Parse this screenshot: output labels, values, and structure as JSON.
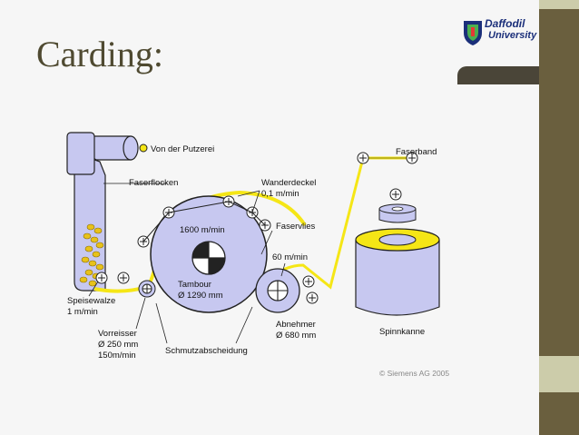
{
  "slide": {
    "title": "Carding:"
  },
  "logo": {
    "line1": "Daffodil",
    "line2": "University",
    "colors": {
      "blue": "#1b2f7a",
      "green": "#4caf50",
      "red": "#e53935"
    }
  },
  "diagram": {
    "labels": {
      "von_der_putzerei": "Von der Putzerei",
      "faserflocken": "Faserflocken",
      "wanderdeckel": "Wanderdeckel",
      "wanderdeckel_speed": "0,1 m/min",
      "tambour_speed": "1600 m/min",
      "faservlies": "Faservlies",
      "abnehmer_speed": "60 m/min",
      "tambour": "Tambour",
      "tambour_diameter": "Ø 1290 mm",
      "speisewalze": "Speisewalze",
      "speisewalze_speed": "1 m/min",
      "abnehmer": "Abnehmer",
      "abnehmer_diameter": "Ø 680 mm",
      "vorreisser": "Vorreisser",
      "vorreisser_diameter": "Ø 250 mm",
      "vorreisser_speed": "150m/min",
      "schmutzabscheidung": "Schmutzabscheidung",
      "faserband": "Faserband",
      "spinnkanne": "Spinnkanne",
      "copyright": "© Siemens AG 2005"
    },
    "colors": {
      "cylinder_fill": "#c7c8f0",
      "outline": "#222222",
      "fiber_yellow": "#f5e616",
      "flakes": "#e8c21a"
    }
  }
}
